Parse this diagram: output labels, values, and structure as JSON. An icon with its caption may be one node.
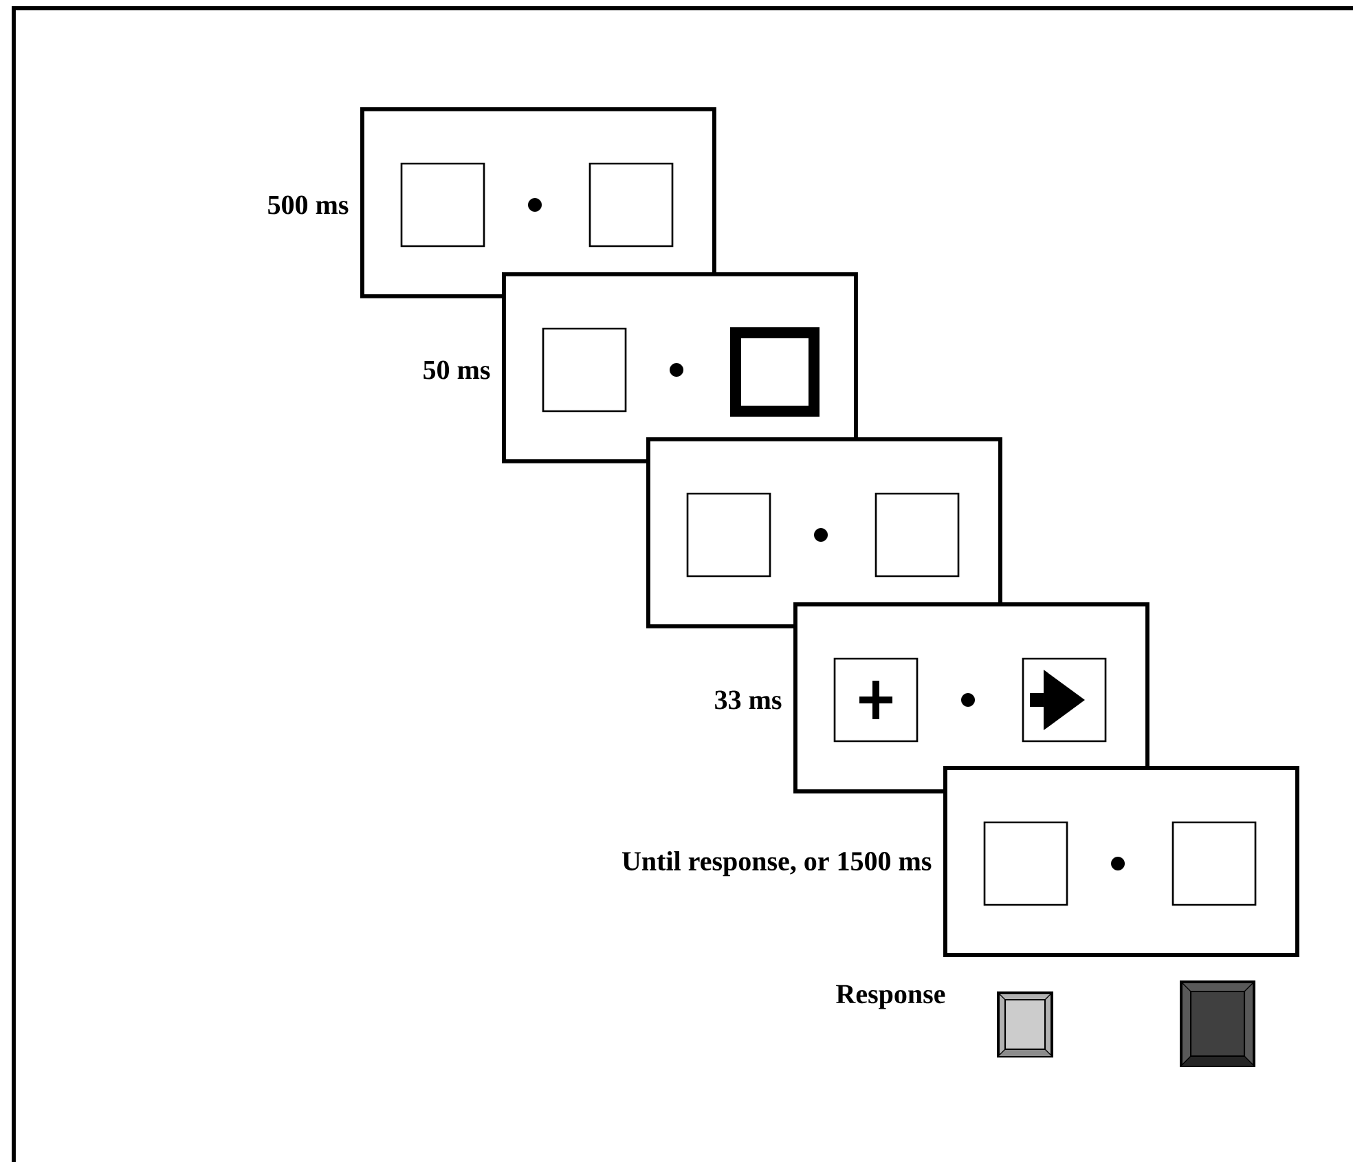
{
  "diagram": {
    "nodes": [
      {
        "text": [],
        "shape": "box",
        "beside": [
          "500 ms"
        ]
      },
      {
        "text": [],
        "shape": "box",
        "beside": [
          "50 ms"
        ]
      },
      {
        "text": [],
        "shape": "box"
      },
      {
        "text": [],
        "shape": "box",
        "beside": [
          "33 ms"
        ]
      },
      {
        "text": [],
        "shape": "box",
        "beside": [
          "Until response, or 1500 ms"
        ]
      }
    ],
    "labels": [
      "Response"
    ]
  }
}
